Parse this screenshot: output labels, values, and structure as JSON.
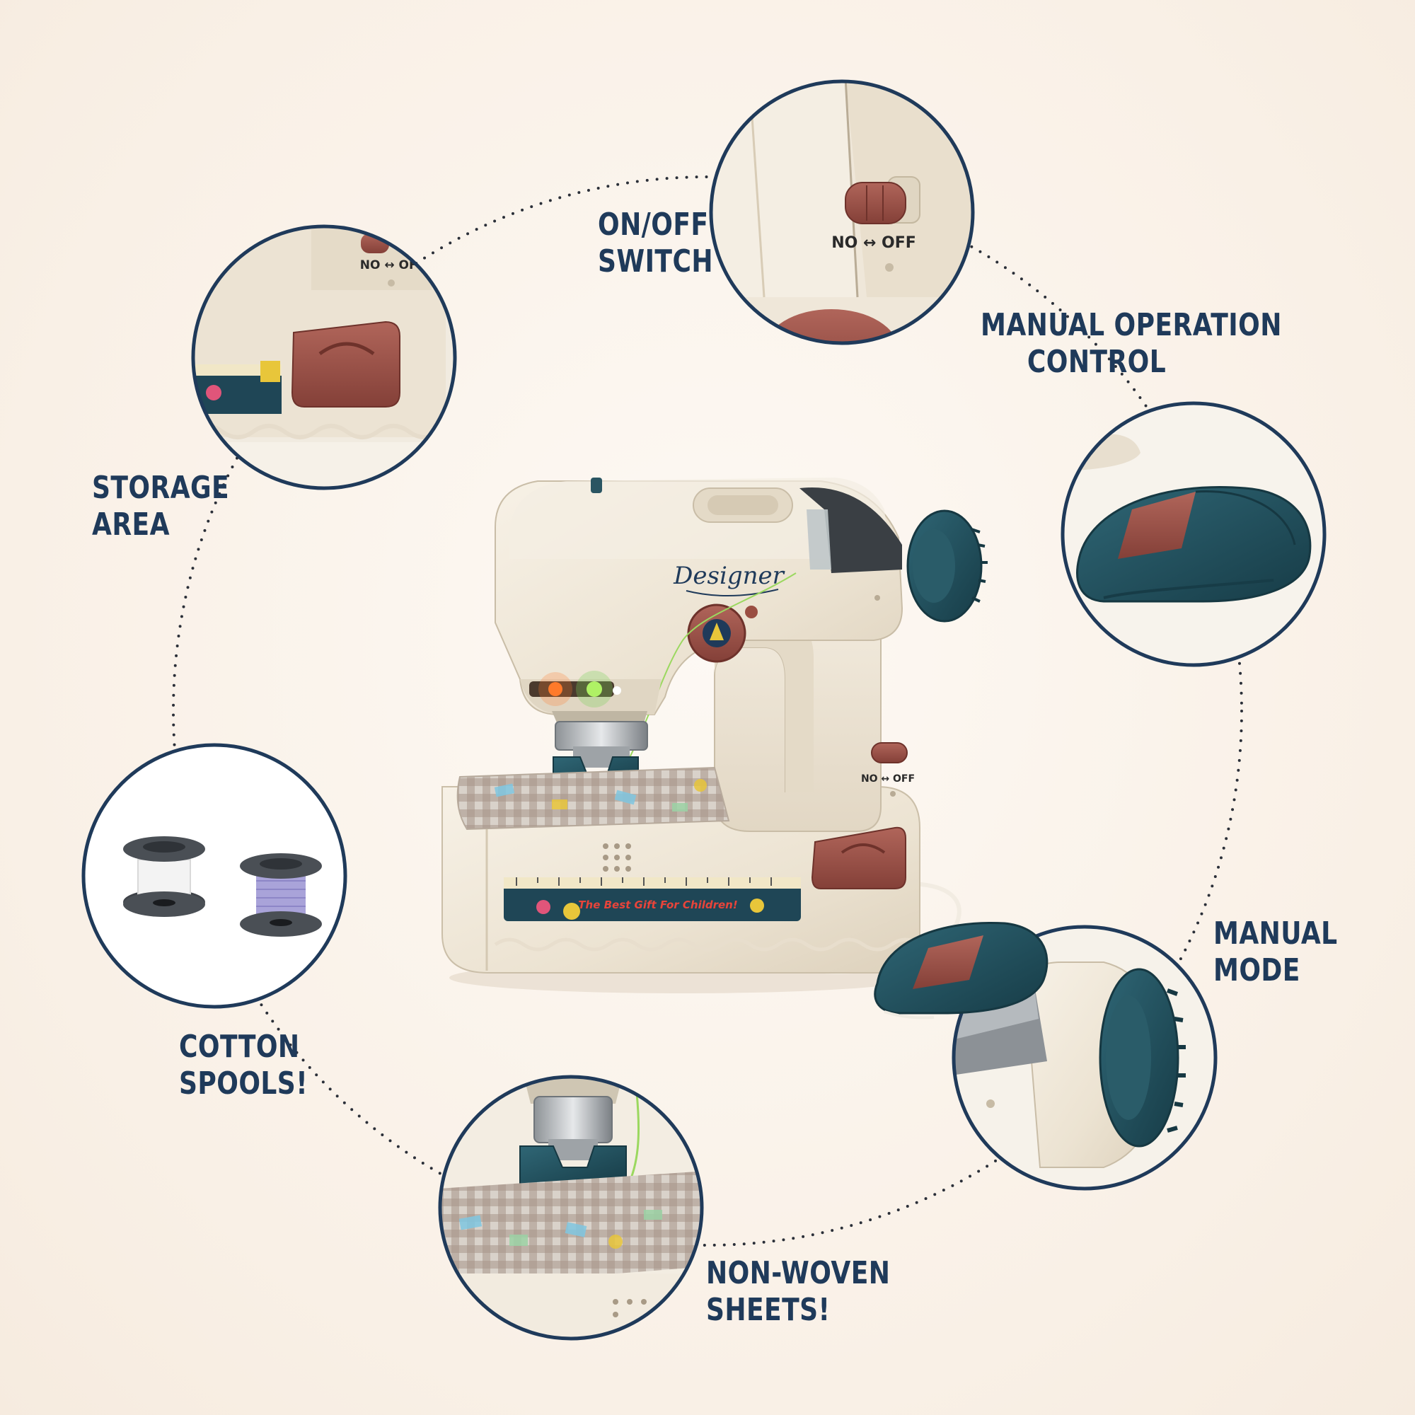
{
  "callouts": {
    "on_off_switch": {
      "line1": "ON/OFF",
      "line2": "SWITCH"
    },
    "manual_operation_control": {
      "line1": "MANUAL OPERATION",
      "line2": "CONTROL"
    },
    "storage_area": {
      "line1": "STORAGE",
      "line2": "AREA"
    },
    "manual_mode": {
      "line1": "MANUAL",
      "line2": "MODE"
    },
    "cotton_spools": {
      "line1": "COTTON",
      "line2": "SPOOLS!"
    },
    "non_woven_sheets": {
      "line1": "NON-WOVEN",
      "line2": "SHEETS!"
    }
  },
  "product": {
    "brand_script": "Designer",
    "switch_marking": "NO ↔ OFF",
    "tape_slogan": "The Best Gift For Children!"
  },
  "colors": {
    "navy": "#1f3a5a",
    "teal": "#234f5c",
    "terracotta": "#9a4e42",
    "cream": "#efe6d6",
    "background": "#faf3ea"
  }
}
